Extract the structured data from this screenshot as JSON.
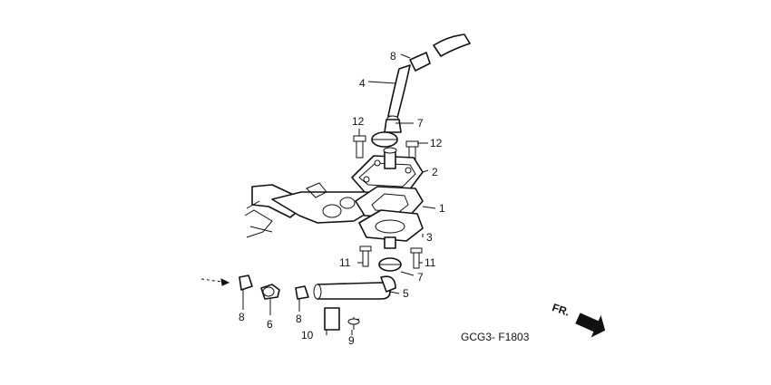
{
  "callouts": {
    "c8_top": "8",
    "c4": "4",
    "c7_top": "7",
    "c12_left": "12",
    "c12_right": "12",
    "c2": "2",
    "c1": "1",
    "c3": "3",
    "c11_left": "11",
    "c11_right": "11",
    "c7_bottom": "7",
    "c5": "5",
    "c8_left": "8",
    "c6": "6",
    "c8_mid": "8",
    "c10": "10",
    "c9": "9"
  },
  "diagram_code": "GCG3- F1803",
  "direction_label": "FR."
}
